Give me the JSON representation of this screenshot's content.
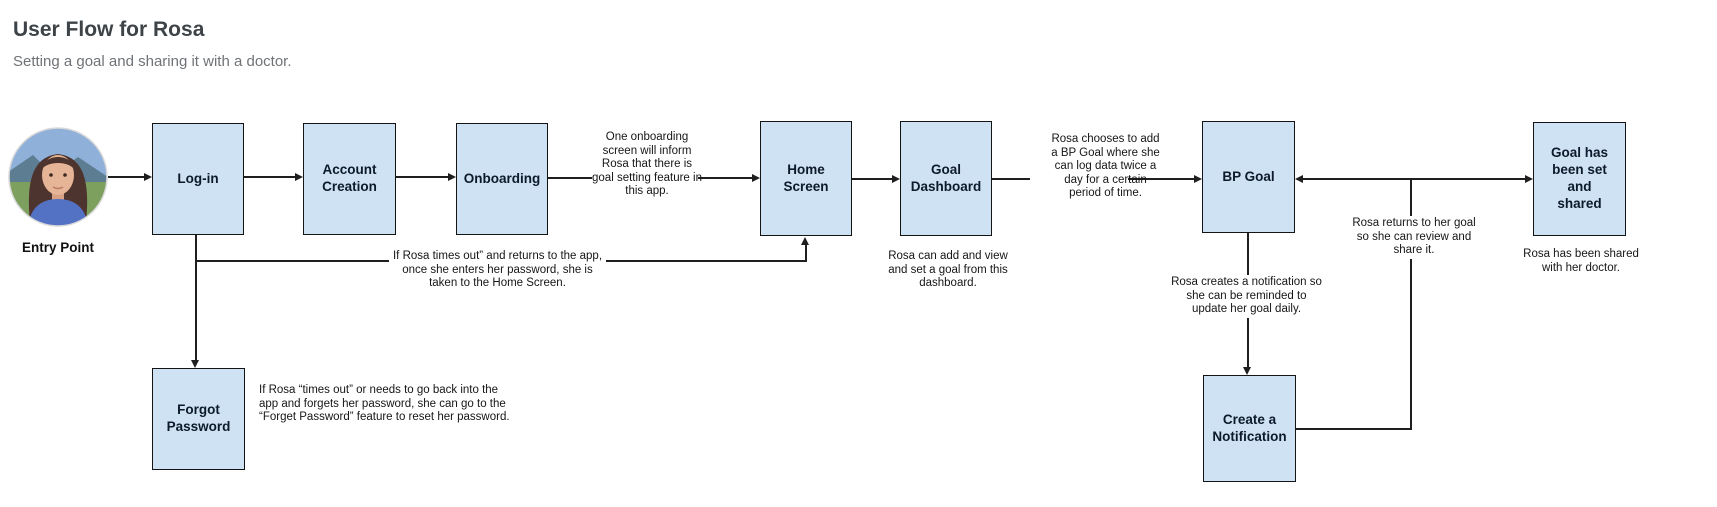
{
  "page": {
    "title": "User Flow for Rosa",
    "subtitle": "Setting a goal and sharing it with a doctor."
  },
  "entry": {
    "label": "Entry Point",
    "avatar": "rosa-photo-avatar"
  },
  "nodes": {
    "login": {
      "label": "Log-in"
    },
    "account_creation": {
      "label": "Account Creation"
    },
    "onboarding": {
      "label": "Onboarding"
    },
    "home_screen": {
      "label": "Home Screen"
    },
    "goal_dashboard": {
      "label": "Goal Dashboard"
    },
    "bp_goal": {
      "label": "BP Goal"
    },
    "create_notification": {
      "label": "Create a Notification"
    },
    "goal_set_shared": {
      "label": "Goal has been set and shared"
    },
    "forgot_password": {
      "label": "Forgot Password"
    }
  },
  "annotations": {
    "onboarding_note": "One onboarding screen will inform Rosa that there is goal setting feature in this app.",
    "timeout_note": "If Rosa times out” and returns to the app, once she enters her password, she is taken to the Home Screen.",
    "dashboard_note": "Rosa can add and view and set a goal from this dashboard.",
    "bp_goal_note": "Rosa chooses to add a  BP Goal where she can log data twice a day for a certain period of time.",
    "notification_note": "Rosa creates a notification so she can be reminded to update her goal daily.",
    "returns_note": "Rosa returns to her goal so she can review and share it.",
    "shared_note": "Rosa has been shared with her doctor.",
    "forgot_note": "If Rosa “times out” or needs to go back into the app and forgets her password, she can go to the “Forget Password”  feature to reset her password."
  },
  "colors": {
    "node_fill": "#cfe2f3",
    "node_border": "#141414",
    "connector": "#1f1f1f",
    "title_text": "#3e4347",
    "subtitle_text": "#6f7377",
    "node_text": "#0c1a2c",
    "note_text": "#161616"
  }
}
